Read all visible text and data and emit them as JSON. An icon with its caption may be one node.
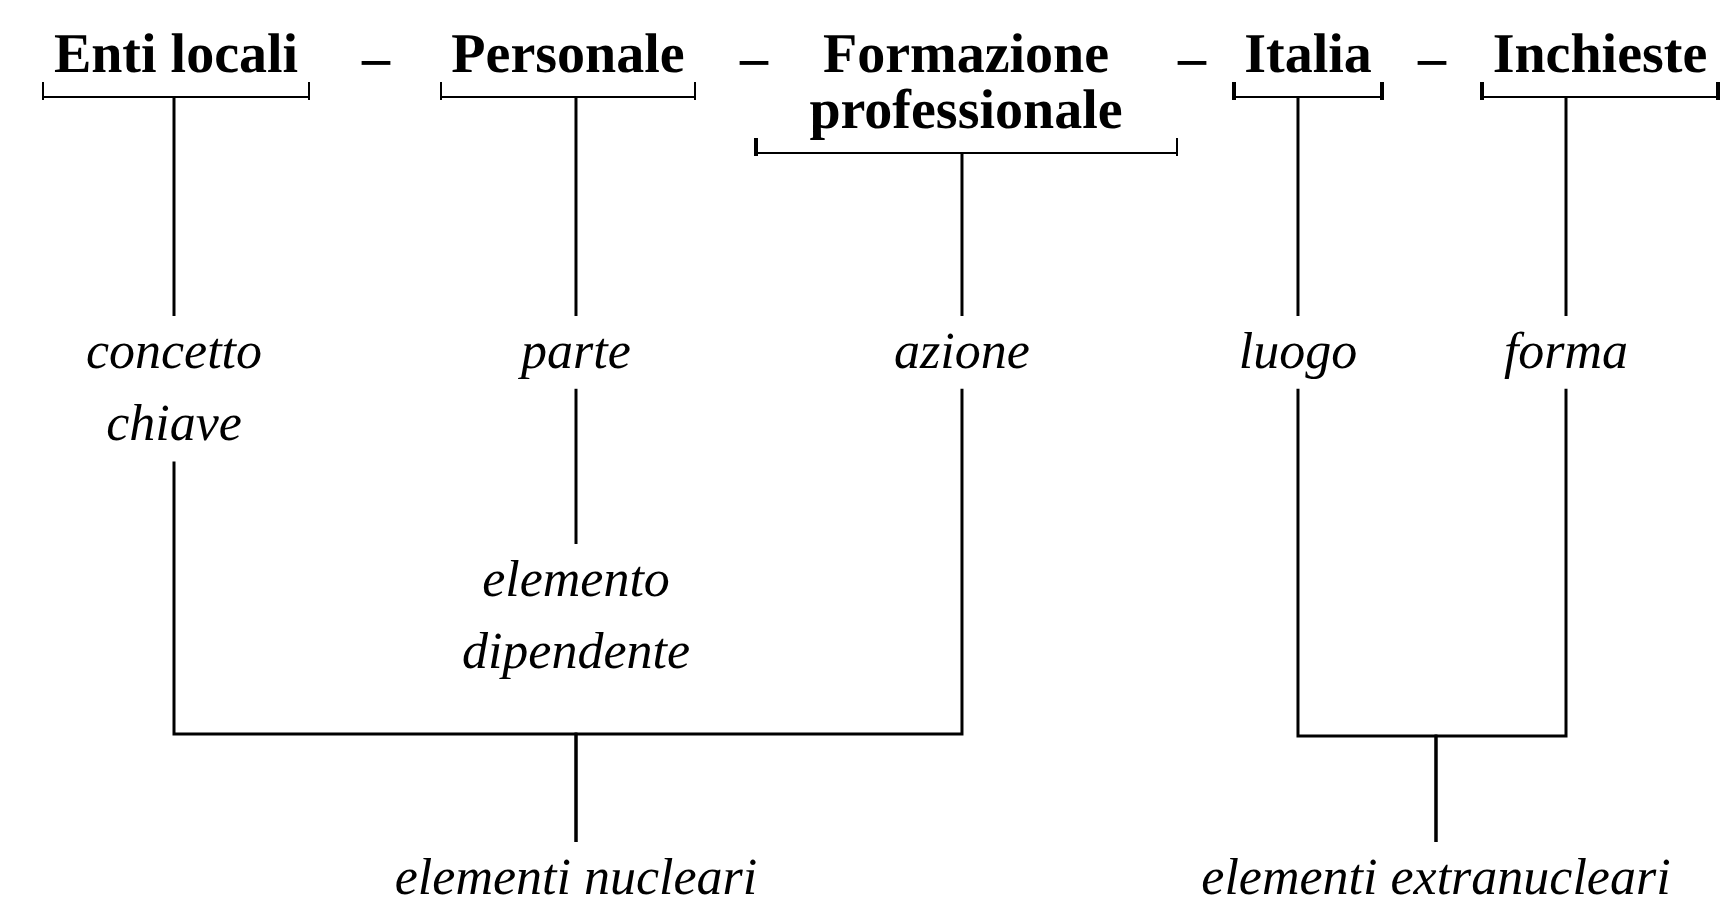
{
  "diagram": {
    "nodes": [
      {
        "text": [
          "Enti locali"
        ]
      },
      {
        "text": [
          "Personale"
        ]
      },
      {
        "text": [
          "Formazione professionale"
        ]
      },
      {
        "text": [
          "Italia"
        ]
      },
      {
        "text": [
          "Inchieste"
        ]
      },
      {
        "text": [
          "concetto chiave"
        ]
      },
      {
        "text": [
          "parte"
        ]
      },
      {
        "text": [
          "azione"
        ]
      },
      {
        "text": [
          "luogo"
        ]
      },
      {
        "text": [
          "forma"
        ]
      },
      {
        "text": [
          "elemento dipendente"
        ]
      },
      {
        "text": [
          "elementi nucleari"
        ]
      },
      {
        "text": [
          "elementi extranucleari"
        ]
      }
    ],
    "edges": [
      {
        "from": 0,
        "to": 5,
        "arrow": "none"
      },
      {
        "from": 1,
        "to": 6,
        "arrow": "none"
      },
      {
        "from": 2,
        "to": 7,
        "arrow": "none"
      },
      {
        "from": 3,
        "to": 8,
        "arrow": "none"
      },
      {
        "from": 4,
        "to": 9,
        "arrow": "none"
      },
      {
        "from": 6,
        "to": 10,
        "arrow": "none"
      },
      {
        "from": 5,
        "to": 11,
        "arrow": "none"
      },
      {
        "from": 7,
        "to": 11,
        "arrow": "none"
      },
      {
        "from": 8,
        "to": 12,
        "arrow": "none"
      },
      {
        "from": 9,
        "to": 12,
        "arrow": "none"
      }
    ],
    "labels": [
      "–",
      "–",
      "–",
      "–"
    ]
  }
}
